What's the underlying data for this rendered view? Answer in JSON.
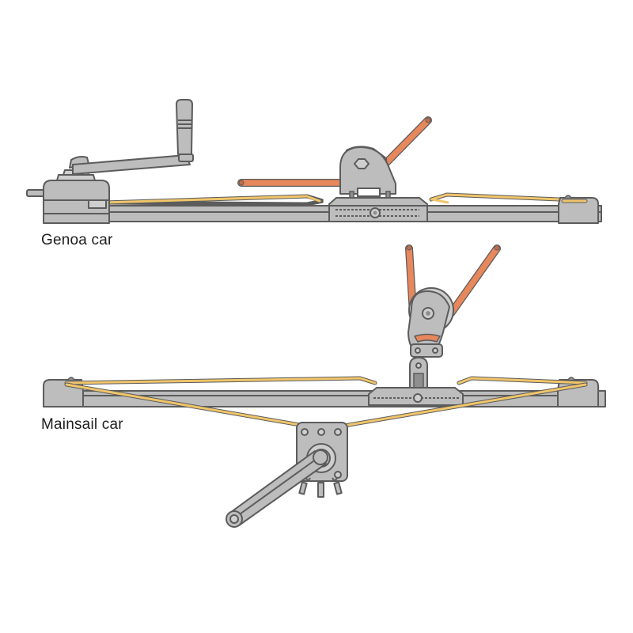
{
  "labels": {
    "genoa": "Genoa car",
    "mainsail": "Mainsail car"
  },
  "colors": {
    "metal_fill": "#b8b8b8",
    "metal_light": "#c9c9c9",
    "metal_dark": "#8e8e8e",
    "outline": "#5c5c5c",
    "control_line": "#f0c56a",
    "sheet": "#e7875c",
    "background": "#ffffff"
  },
  "components": {
    "genoa": [
      "winch",
      "winch-handle",
      "track",
      "car",
      "block",
      "control-line",
      "sheet",
      "end-stop"
    ],
    "mainsail": [
      "track",
      "car",
      "swivel-block",
      "control-line",
      "winch",
      "winch-handle",
      "end-stops",
      "sheet"
    ]
  }
}
